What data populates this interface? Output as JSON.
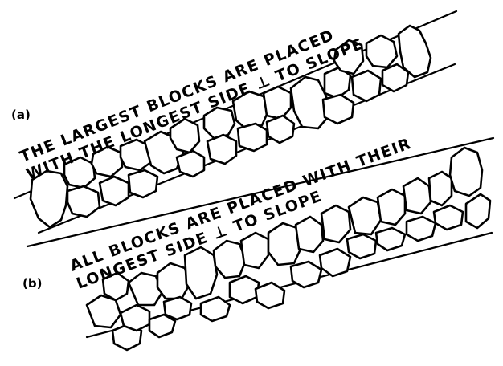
{
  "panel_a": {
    "label": "(a)",
    "caption_line1": "THE LARGEST BLOCKS ARE PLACED",
    "caption_line2": "WITH THE LONGEST SIDE ⊥ TO SLOPE"
  },
  "panel_b": {
    "label": "(b)",
    "caption_line1": "ALL BLOCKS ARE PLACED WITH THEIR",
    "caption_line2": "LONGEST SIDE ⊥ TO SLOPE"
  },
  "colors": {
    "ink": "#000000",
    "paper": "#ffffff"
  }
}
